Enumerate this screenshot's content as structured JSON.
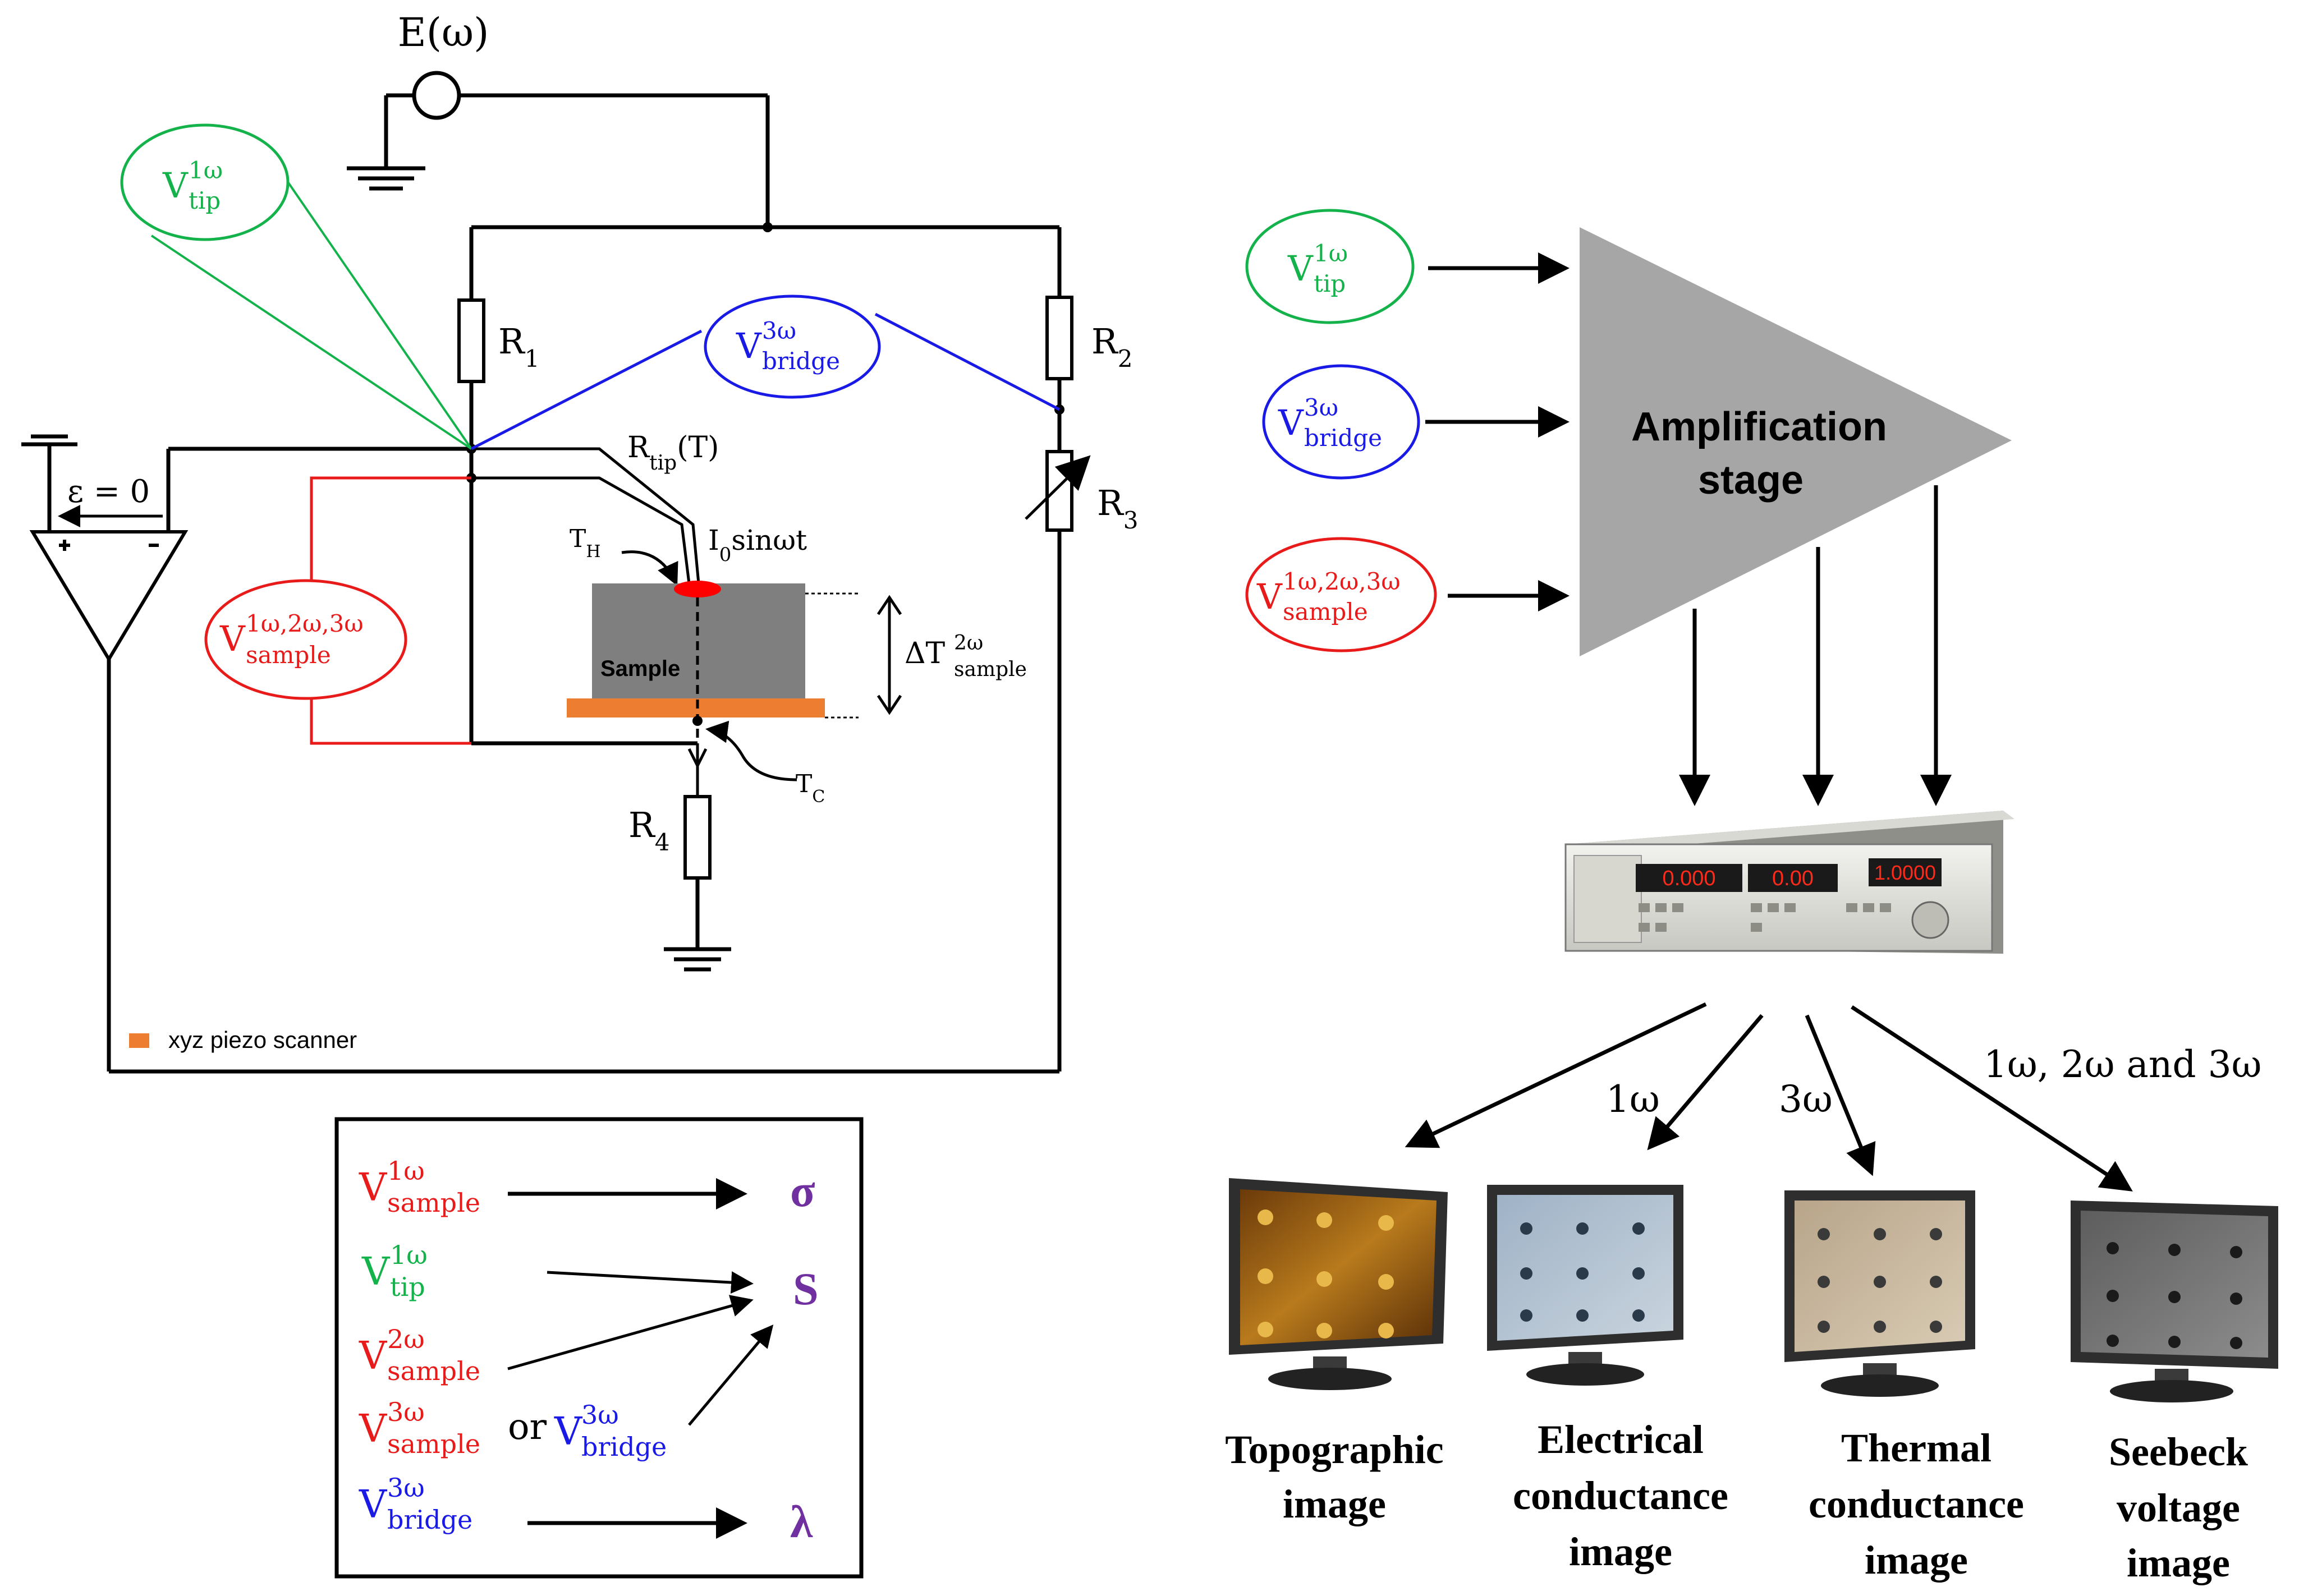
{
  "colors": {
    "green": "#14b24a",
    "blue": "#1a1ae6",
    "red": "#e81a1a",
    "purple": "#7030a0",
    "orange": "#ed7d31",
    "sample_gray": "#7f7f7f",
    "amp_gray": "#a6a6a6"
  },
  "icons": {
    "source": "ac-voltage-source-icon",
    "ground": "ground-icon",
    "resistor": "resistor-icon",
    "variable_resistor": "variable-resistor-icon",
    "opamp": "op-amp-icon",
    "lockin": "lock-in-amplifier-icon",
    "monitor": "monitor-icon"
  },
  "circuit": {
    "source": {
      "label": "E(ω)"
    },
    "R1": {
      "base": "R",
      "sub": "1"
    },
    "R2": {
      "base": "R",
      "sub": "2"
    },
    "R3": {
      "base": "R",
      "sub": "3"
    },
    "R4": {
      "base": "R",
      "sub": "4"
    },
    "rtip": {
      "base": "R",
      "sub": "tip",
      "tail": "(T)"
    },
    "current": {
      "base": "I",
      "sub": "0",
      "tail": "sinωt"
    },
    "th": {
      "base": "T",
      "sub": "H"
    },
    "tc": {
      "base": "T",
      "sub": "C"
    },
    "epsilon": "ε = 0",
    "sample_label": "Sample",
    "delta_t": {
      "base": "ΔT",
      "sup": "2ω",
      "sub": "sample"
    },
    "legend_text": "xyz piezo scanner",
    "v_tip": {
      "base": "V",
      "sup": "1ω",
      "sub": "tip"
    },
    "v_bridge": {
      "base": "V",
      "sup": "3ω",
      "sub": "bridge"
    },
    "v_sample": {
      "base": "V",
      "sup": "1ω,2ω,3ω",
      "sub": "sample"
    }
  },
  "summary_box": {
    "row1": {
      "base": "V",
      "sup": "1ω",
      "sub": "sample",
      "result": "σ"
    },
    "row2": {
      "base": "V",
      "sup": "1ω",
      "sub": "tip",
      "result": "S"
    },
    "row3": {
      "base": "V",
      "sup": "2ω",
      "sub": "sample"
    },
    "row4": {
      "base": "V",
      "sup": "3ω",
      "sub": "sample",
      "or": "or",
      "alt_base": "V",
      "alt_sup": "3ω",
      "alt_sub": "bridge"
    },
    "row5": {
      "base": "V",
      "sup": "3ω",
      "sub": "bridge",
      "result": "λ"
    }
  },
  "amplifier": {
    "title_line1": "Amplification",
    "title_line2": "stage",
    "in_tip": {
      "base": "V",
      "sup": "1ω",
      "sub": "tip"
    },
    "in_bridge": {
      "base": "V",
      "sup": "3ω",
      "sub": "bridge"
    },
    "in_sample": {
      "base": "V",
      "sup": "1ω,2ω,3ω",
      "sub": "sample"
    }
  },
  "lockin": {
    "display1": "0.000",
    "display2": "0.00",
    "display3": "1.0000"
  },
  "arrow_labels": {
    "a1": "1ω",
    "a2": "3ω",
    "a3": "1ω, 2ω and 3ω"
  },
  "monitors": [
    {
      "line1": "Topographic",
      "line2": "image",
      "line3": ""
    },
    {
      "line1": "Electrical",
      "line2": "conductance",
      "line3": "image"
    },
    {
      "line1": "Thermal",
      "line2": "conductance",
      "line3": "image"
    },
    {
      "line1": "Seebeck",
      "line2": "voltage",
      "line3": "image"
    }
  ]
}
